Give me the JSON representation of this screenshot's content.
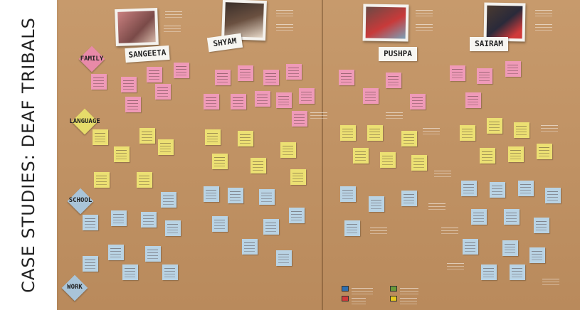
{
  "side_title": "CASE STUDIES: DEAF TRIBALS",
  "names": {
    "sangeeta": "SANGEETA",
    "second": "SHYAM",
    "pushpa": "PUSHPA",
    "sairam": "SAIRAM"
  },
  "categories": {
    "family": "FAMILY",
    "language": "LANGUAGE",
    "school": "SCHOOL",
    "work": "WORK"
  },
  "colors": {
    "board": "#c29466",
    "pink_note": "#ef9ab8",
    "yellow_note": "#ece073",
    "blue_note": "#b9d3e4",
    "legend_blue": "#2f6fb0",
    "legend_red": "#d23a3a",
    "legend_green": "#6a9a3a",
    "legend_yellow": "#e6c81e"
  }
}
